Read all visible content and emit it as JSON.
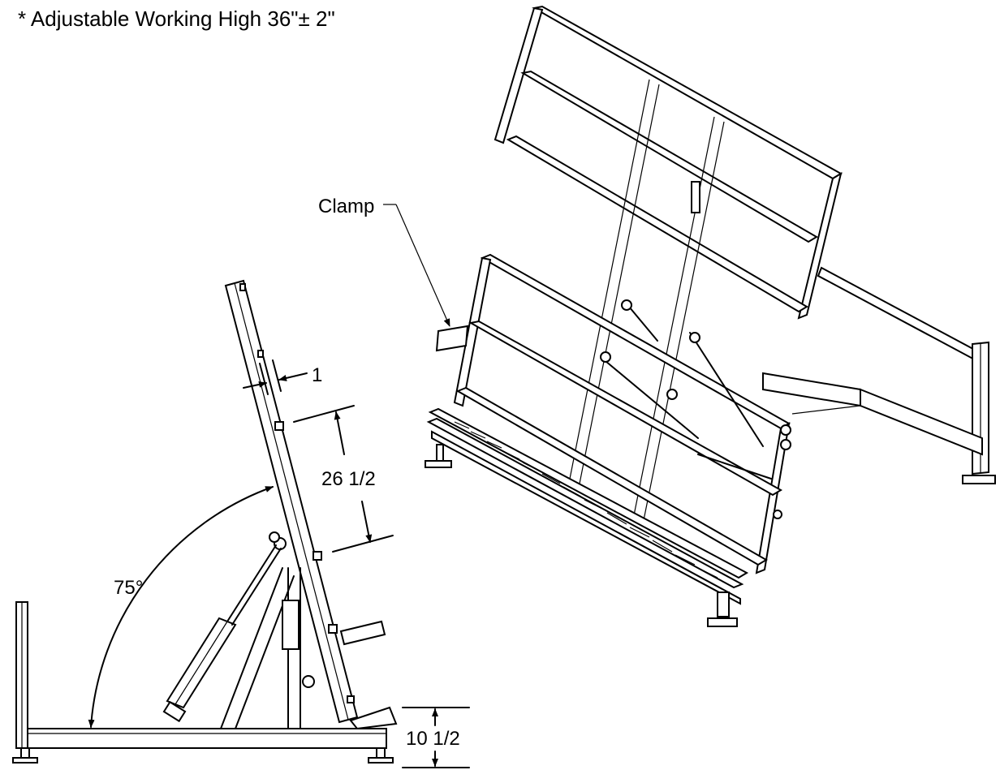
{
  "note": "* Adjustable Working High 36\"± 2\"",
  "labels": {
    "clamp": "Clamp",
    "dim_thickness": "1",
    "dim_spacing": "26 1/2",
    "dim_height": "10 1/2",
    "angle": "75°"
  }
}
